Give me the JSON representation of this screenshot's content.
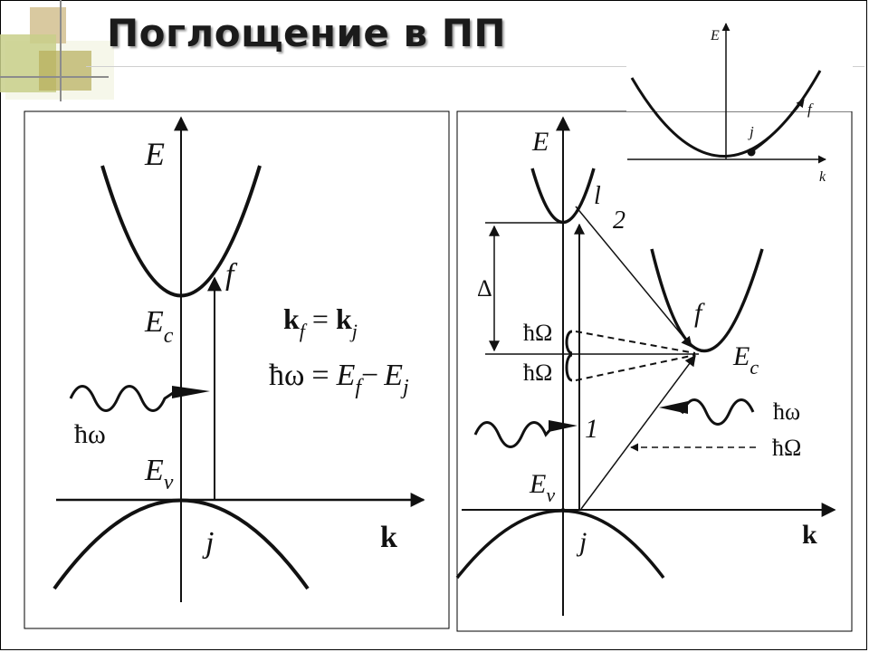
{
  "title": "Поглощение в ПП",
  "left_panel": {
    "axis_e": "E",
    "axis_k": "k",
    "ec_main": "E",
    "ec_sub": "c",
    "ev_main": "E",
    "ev_sub": "v",
    "f_label": "f",
    "j_label": "j",
    "photon": "ħω",
    "eq1_a": "k",
    "eq1_a_sub": "f",
    "eq1_eq": "=",
    "eq1_b": "k",
    "eq1_b_sub": "j",
    "eq2_lhs": "ħω",
    "eq2_eq": "=",
    "eq2_e1": "E",
    "eq2_e1_sub": "f",
    "eq2_minus": "−",
    "eq2_e2": "E",
    "eq2_e2_sub": "j"
  },
  "right_panel": {
    "axis_e": "E",
    "axis_k": "k",
    "l_label": "l",
    "two_label": "2",
    "delta": "Δ",
    "phonon_top": "ħΩ",
    "phonon_bottom": "ħΩ",
    "f_label": "f",
    "ec_main": "E",
    "ec_sub": "c",
    "photon_legend": "ħω",
    "phonon_legend": "ħΩ",
    "one_label": "1",
    "ev_main": "E",
    "ev_sub": "v",
    "j_label": "j"
  },
  "inset": {
    "axis_e": "E",
    "axis_k": "k",
    "j_label": "j",
    "f_label": "f"
  }
}
